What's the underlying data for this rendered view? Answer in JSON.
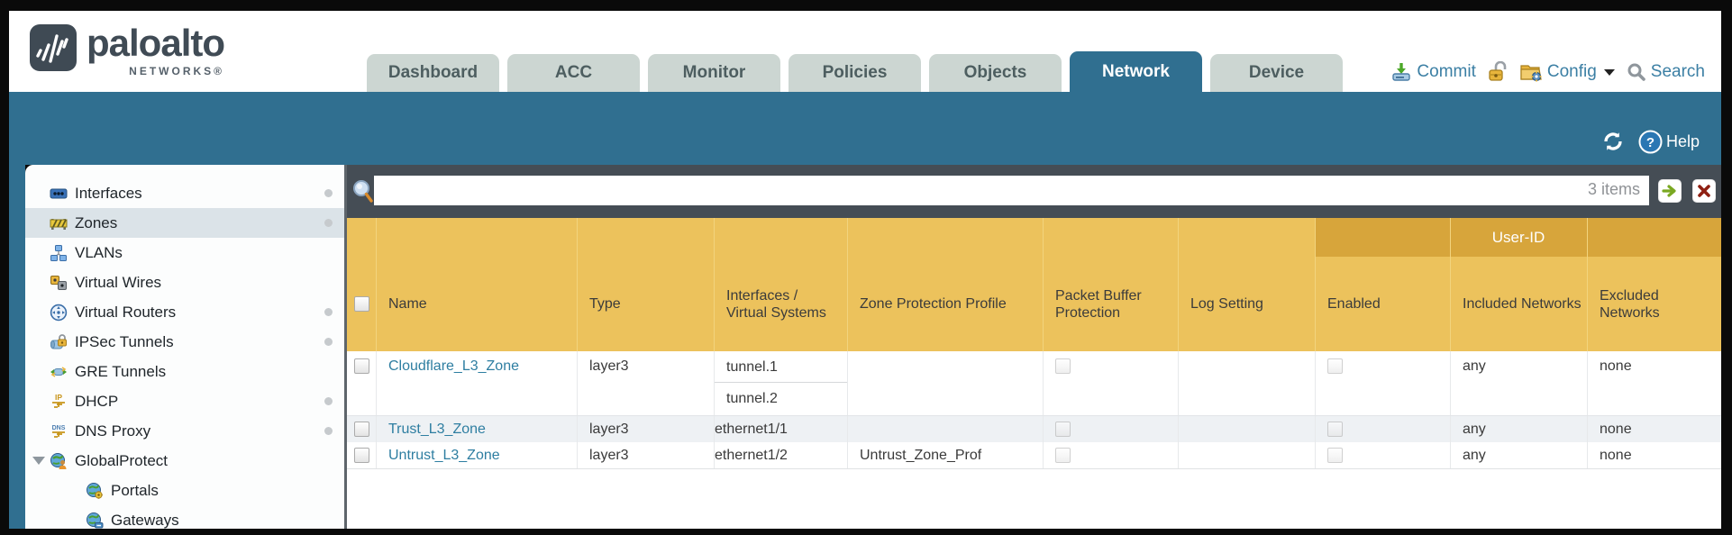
{
  "logo": {
    "brand": "paloalto",
    "subbrand": "NETWORKS®"
  },
  "tabs": [
    {
      "label": "Dashboard",
      "active": false
    },
    {
      "label": "ACC",
      "active": false
    },
    {
      "label": "Monitor",
      "active": false
    },
    {
      "label": "Policies",
      "active": false
    },
    {
      "label": "Objects",
      "active": false
    },
    {
      "label": "Network",
      "active": true
    },
    {
      "label": "Device",
      "active": false
    }
  ],
  "quickbar": {
    "commit": "Commit",
    "config": "Config",
    "search": "Search"
  },
  "banner": {
    "help": "Help"
  },
  "filter": {
    "value": "",
    "count": "3 items"
  },
  "sidebar": {
    "items": [
      {
        "label": "Interfaces",
        "icon": "interfaces-icon",
        "dot": true
      },
      {
        "label": "Zones",
        "icon": "zones-icon",
        "dot": true,
        "selected": true
      },
      {
        "label": "VLANs",
        "icon": "vlans-icon",
        "dot": false
      },
      {
        "label": "Virtual Wires",
        "icon": "virtual-wires-icon",
        "dot": false
      },
      {
        "label": "Virtual Routers",
        "icon": "virtual-routers-icon",
        "dot": true
      },
      {
        "label": "IPSec Tunnels",
        "icon": "ipsec-tunnels-icon",
        "dot": true
      },
      {
        "label": "GRE Tunnels",
        "icon": "gre-tunnels-icon",
        "dot": false
      },
      {
        "label": "DHCP",
        "icon": "dhcp-icon",
        "dot": true
      },
      {
        "label": "DNS Proxy",
        "icon": "dns-proxy-icon",
        "dot": true
      },
      {
        "label": "GlobalProtect",
        "icon": "globalprotect-icon",
        "expanded": true
      },
      {
        "label": "Portals",
        "icon": "portals-icon",
        "child": true
      },
      {
        "label": "Gateways",
        "icon": "gateways-icon",
        "child": true
      }
    ]
  },
  "table": {
    "group_header": "User-ID",
    "columns": [
      "Name",
      "Type",
      "Interfaces / Virtual Systems",
      "Zone Protection Profile",
      "Packet Buffer Protection",
      "Log Setting",
      "Enabled",
      "Included Networks",
      "Excluded Networks"
    ],
    "rows": [
      {
        "name": "Cloudflare_L3_Zone",
        "type": "layer3",
        "interfaces": [
          "tunnel.1",
          "tunnel.2"
        ],
        "zone_protection_profile": "",
        "packet_buffer_protection": false,
        "log_setting": "",
        "enabled": false,
        "included_networks": "any",
        "excluded_networks": "none"
      },
      {
        "name": "Trust_L3_Zone",
        "type": "layer3",
        "interfaces": [
          "ethernet1/1"
        ],
        "zone_protection_profile": "",
        "packet_buffer_protection": false,
        "log_setting": "",
        "enabled": false,
        "included_networks": "any",
        "excluded_networks": "none"
      },
      {
        "name": "Untrust_L3_Zone",
        "type": "layer3",
        "interfaces": [
          "ethernet1/2"
        ],
        "zone_protection_profile": "Untrust_Zone_Prof",
        "packet_buffer_protection": false,
        "log_setting": "",
        "enabled": false,
        "included_networks": "any",
        "excluded_networks": "none"
      }
    ]
  },
  "colors": {
    "accent_teal": "#306f90",
    "header_amber": "#ecc25c",
    "userid_band": "#d7a53b",
    "link": "#2e7ea1",
    "strip_dark": "#454d55",
    "tab_inactive": "#ccd6d2"
  }
}
